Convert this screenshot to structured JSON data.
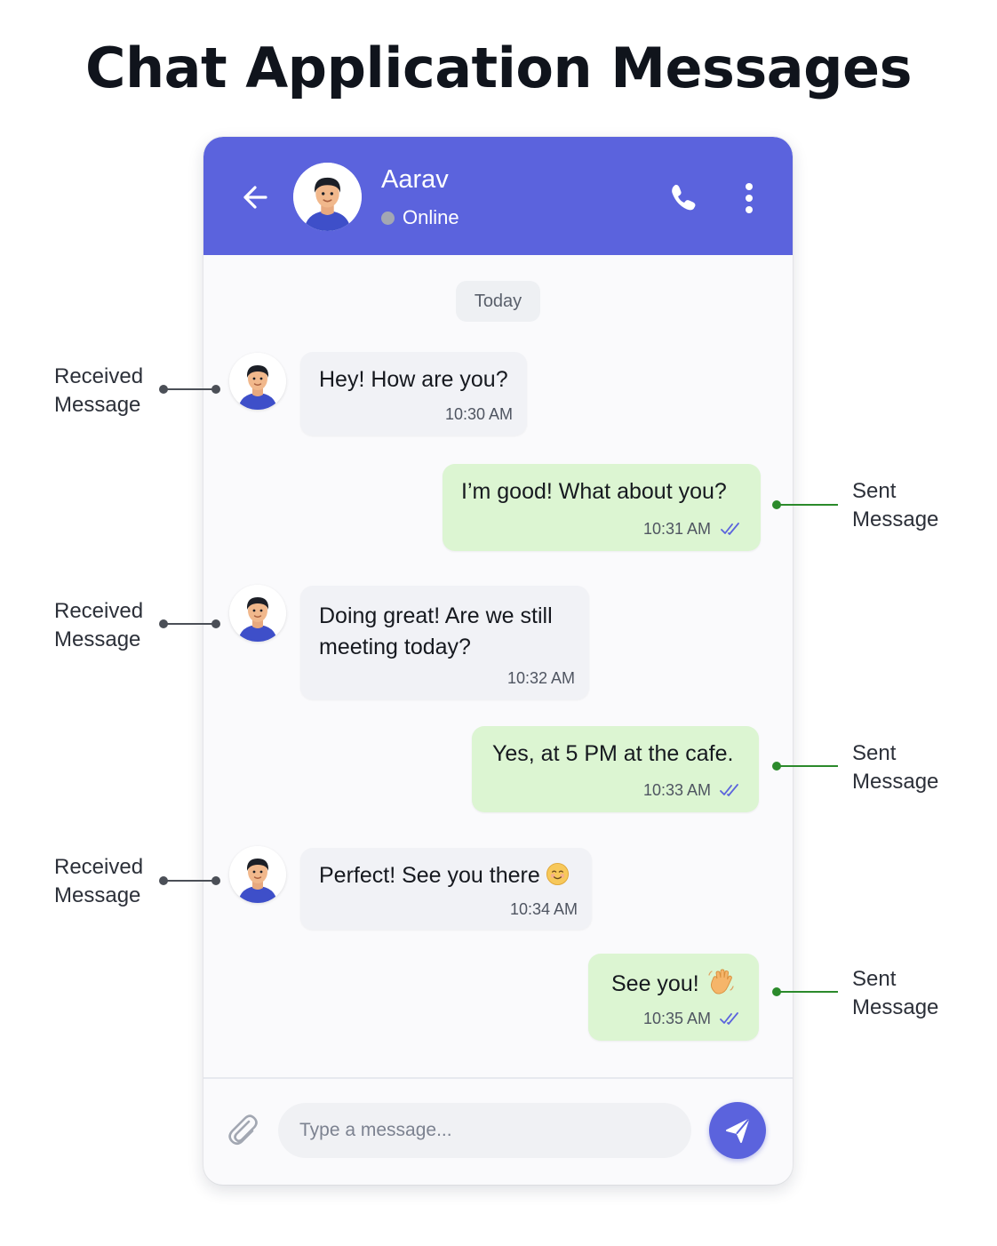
{
  "title": "Chat Application Messages",
  "colors": {
    "header": "#5b63dd",
    "received_bubble": "#f1f2f6",
    "sent_bubble": "#dcf5d2",
    "read_ticks": "#5b63dd",
    "received_connector": "#4b4f57",
    "sent_connector": "#2b8a2b"
  },
  "header": {
    "contact_name": "Aarav",
    "status": "Online",
    "icons": [
      "back-arrow-icon",
      "contact-avatar",
      "phone-icon",
      "more-vertical-icon"
    ]
  },
  "date_separator": "Today",
  "messages": [
    {
      "direction": "received",
      "text": "Hey! How are you?",
      "time": "10:30 AM"
    },
    {
      "direction": "sent",
      "text": "I’m good! What about you?",
      "time": "10:31 AM",
      "status": "read"
    },
    {
      "direction": "received",
      "text_lines": [
        "Doing great! Are we still",
        "meeting today?"
      ],
      "time": "10:32 AM"
    },
    {
      "direction": "sent",
      "text": "Yes, at 5 PM at the cafe.",
      "time": "10:33 AM",
      "status": "read"
    },
    {
      "direction": "received",
      "text": "Perfect! See you there",
      "emoji": "smiling-face-icon",
      "time": "10:34 AM"
    },
    {
      "direction": "sent",
      "text": "See you!",
      "emoji": "waving-hand-icon",
      "time": "10:35 AM",
      "status": "read"
    }
  ],
  "composer": {
    "placeholder": "Type a message...",
    "icons": [
      "paperclip-icon",
      "send-icon"
    ]
  },
  "annotations": {
    "received": [
      "Received",
      "Message"
    ],
    "sent": [
      "Sent",
      "Message"
    ]
  }
}
